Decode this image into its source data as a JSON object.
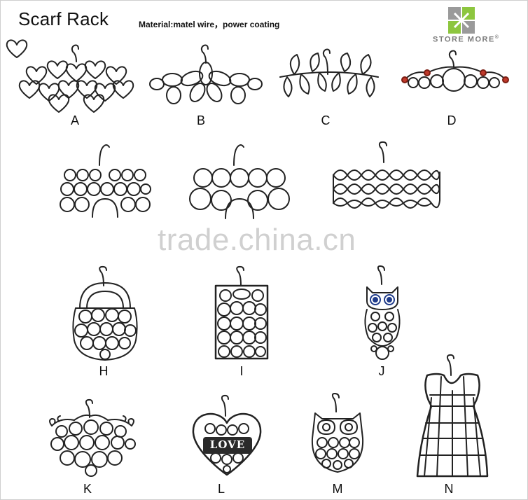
{
  "header": {
    "title": "Scarf Rack",
    "material": "Material:matel wire，power coating"
  },
  "brand": {
    "name": "STORE MORE",
    "reg": "®",
    "colors": {
      "green": "#8dc63f",
      "gray": "#9a9a9a"
    }
  },
  "watermark": "trade.china.cn",
  "items": [
    {
      "label": "A",
      "icon": "heart-cluster-hanger-icon"
    },
    {
      "label": "B",
      "icon": "flower-loop-hanger-icon"
    },
    {
      "label": "C",
      "icon": "leaf-branch-hanger-icon"
    },
    {
      "label": "D",
      "icon": "ring-bar-hanger-icon"
    },
    {
      "label": "",
      "icon": "multi-ring-hanger-icon"
    },
    {
      "label": "",
      "icon": "large-ring-hanger-icon"
    },
    {
      "label": "",
      "icon": "wave-hanger-icon"
    },
    {
      "label": "H",
      "icon": "handbag-hanger-icon"
    },
    {
      "label": "I",
      "icon": "panel-hanger-icon"
    },
    {
      "label": "J",
      "icon": "owl-hanger-icon"
    },
    {
      "label": "K",
      "icon": "scroll-ring-hanger-icon"
    },
    {
      "label": "L",
      "icon": "heart-love-hanger-icon",
      "badge": "LOVE"
    },
    {
      "label": "M",
      "icon": "owl-block-hanger-icon"
    },
    {
      "label": "N",
      "icon": "dress-form-hanger-icon"
    }
  ]
}
